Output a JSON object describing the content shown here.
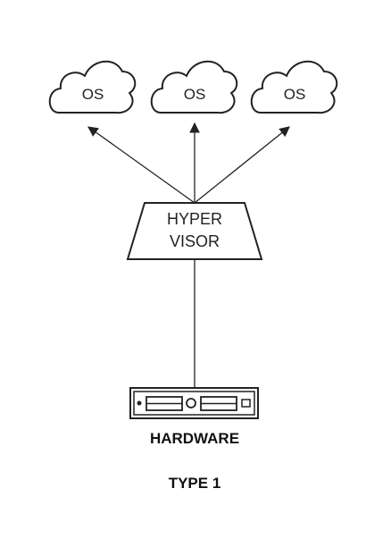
{
  "diagram": {
    "clouds": [
      {
        "label": "OS"
      },
      {
        "label": "OS"
      },
      {
        "label": "OS"
      }
    ],
    "hypervisor": {
      "line1": "HYPER",
      "line2": "VISOR"
    },
    "hardware": {
      "label": "HARDWARE",
      "icon": "server-rack-icon"
    },
    "caption": "TYPE 1"
  },
  "colors": {
    "stroke": "#222222",
    "background": "#ffffff"
  }
}
